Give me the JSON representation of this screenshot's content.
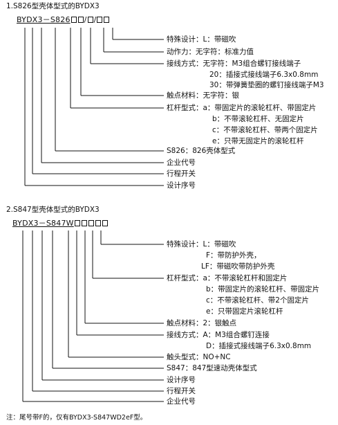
{
  "section1": {
    "heading": "1.S826型壳体型式的BYDX3",
    "code_part1": "BYDX3－S826",
    "code_slash": "/",
    "labels": [
      "特殊设计：L：带磁吹",
      "动作力：无字符：标准力值",
      "接线方式：无字符：M3组合螺钉接线端子",
      "20：插接式接线端子6.3x0.8mm",
      "30：带弹簧垫圈的螺钉接线端子M3",
      "触点材料：无字符：银",
      "杠杆型式：a：带固定片的滚轮杠杆、带固定片",
      "b：不带滚轮杠杆、无固定片",
      "c：不带滚轮杠杆、带两个固定片",
      "e：只带无固定片的滚轮杠杆",
      "S826：826壳体型式",
      "企业代号",
      "行程开关",
      "设计序号"
    ]
  },
  "section2": {
    "heading": "2.S847型壳体型式的BYDX3",
    "code_part1": "BYDX3－S847W",
    "labels": [
      "特殊设计：L：带磁吹",
      "F：带防护外壳，",
      "LF：带磁吹带防护外壳",
      "杠杆型式：a：不带滚轮杠杆和固定片",
      "b：带固定片的滚轮杠杆、带固定片",
      "c：不带滚轮杠杆、带2个固定片",
      "e：只带固定片滚轮杠杆",
      "触点材料：2：银触点",
      "接线方式：A：M3组合螺钉连接",
      "D：插接式接线端子6.3x0.8mm",
      "触头型式：NO+NC",
      "S847：847型速动壳体型式",
      "设计序号",
      "行程开关",
      "企业代号"
    ]
  },
  "note": "注：尾号带F的，仅有BYDX3-S847WD2eF型。"
}
